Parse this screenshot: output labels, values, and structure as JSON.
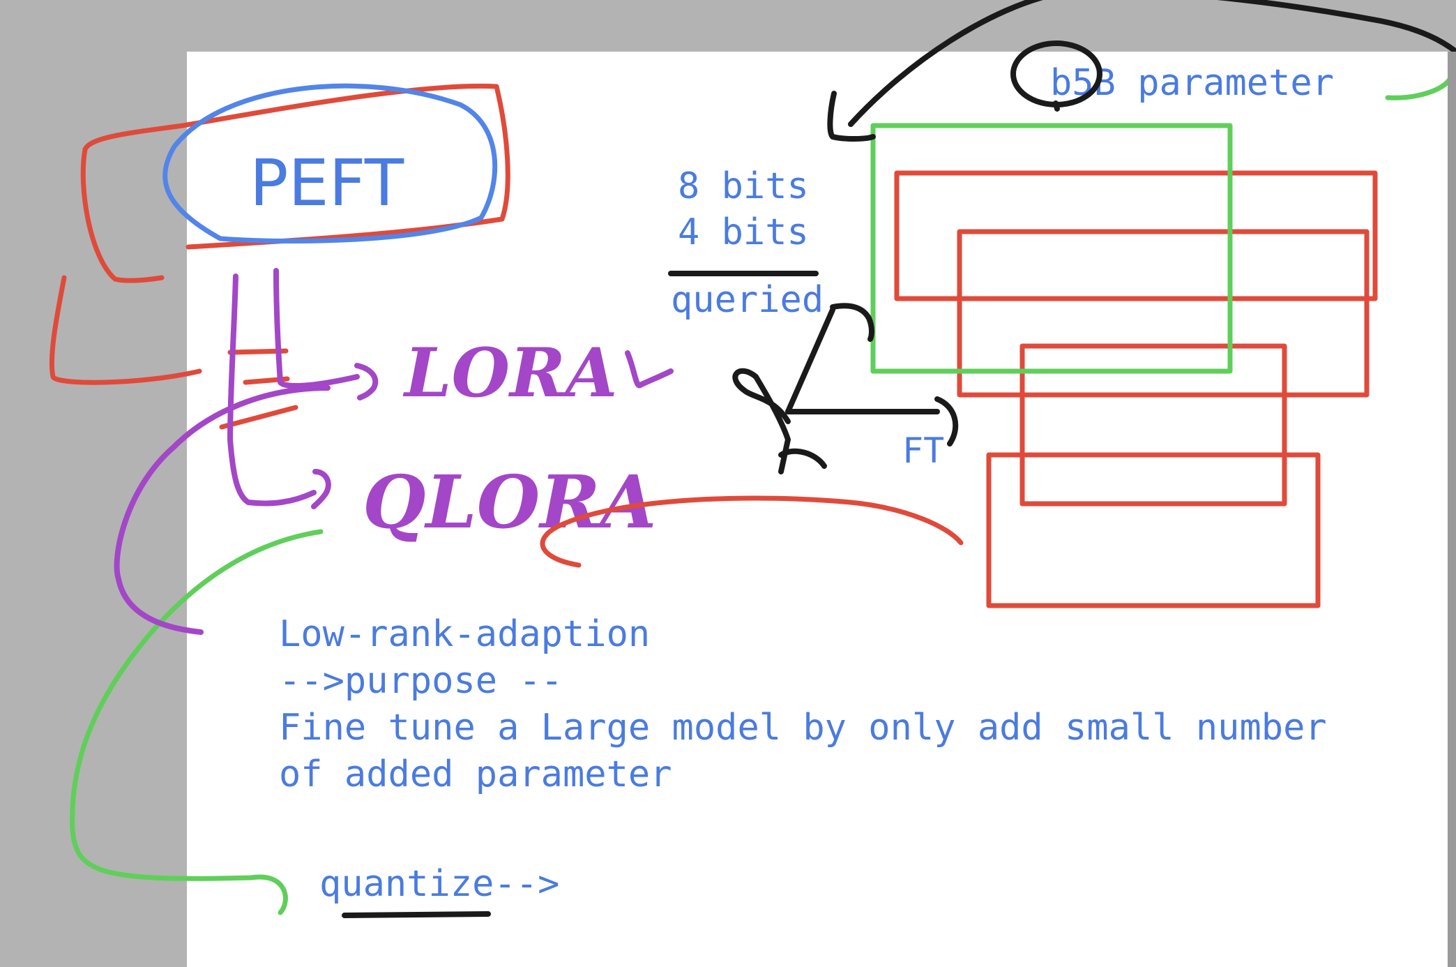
{
  "whiteboard": {
    "peft_label": "PEFT",
    "model_size": "b5B parameter",
    "bits_8": "8 bits",
    "bits_4": "4 bits",
    "queried": "queried",
    "ft": "FT",
    "lora_description": {
      "line1": "Low-rank-adaption",
      "line2": "-->purpose --",
      "line3": "Fine tune a Large model by only add small number",
      "line4": "of added parameter"
    },
    "quantize": "quantize-->"
  },
  "handwriting": {
    "lora": "LORA",
    "qlora": "QLORA"
  },
  "colors": {
    "canvas": "#ffffff",
    "background": "#b3b3b3",
    "typed_text": "#4a7be0",
    "red_ink": "#e04a3a",
    "green_ink": "#5fcf5a",
    "purple_ink": "#a346c8",
    "black_ink": "#1a1a1a",
    "blue_ink": "#5285ea"
  }
}
